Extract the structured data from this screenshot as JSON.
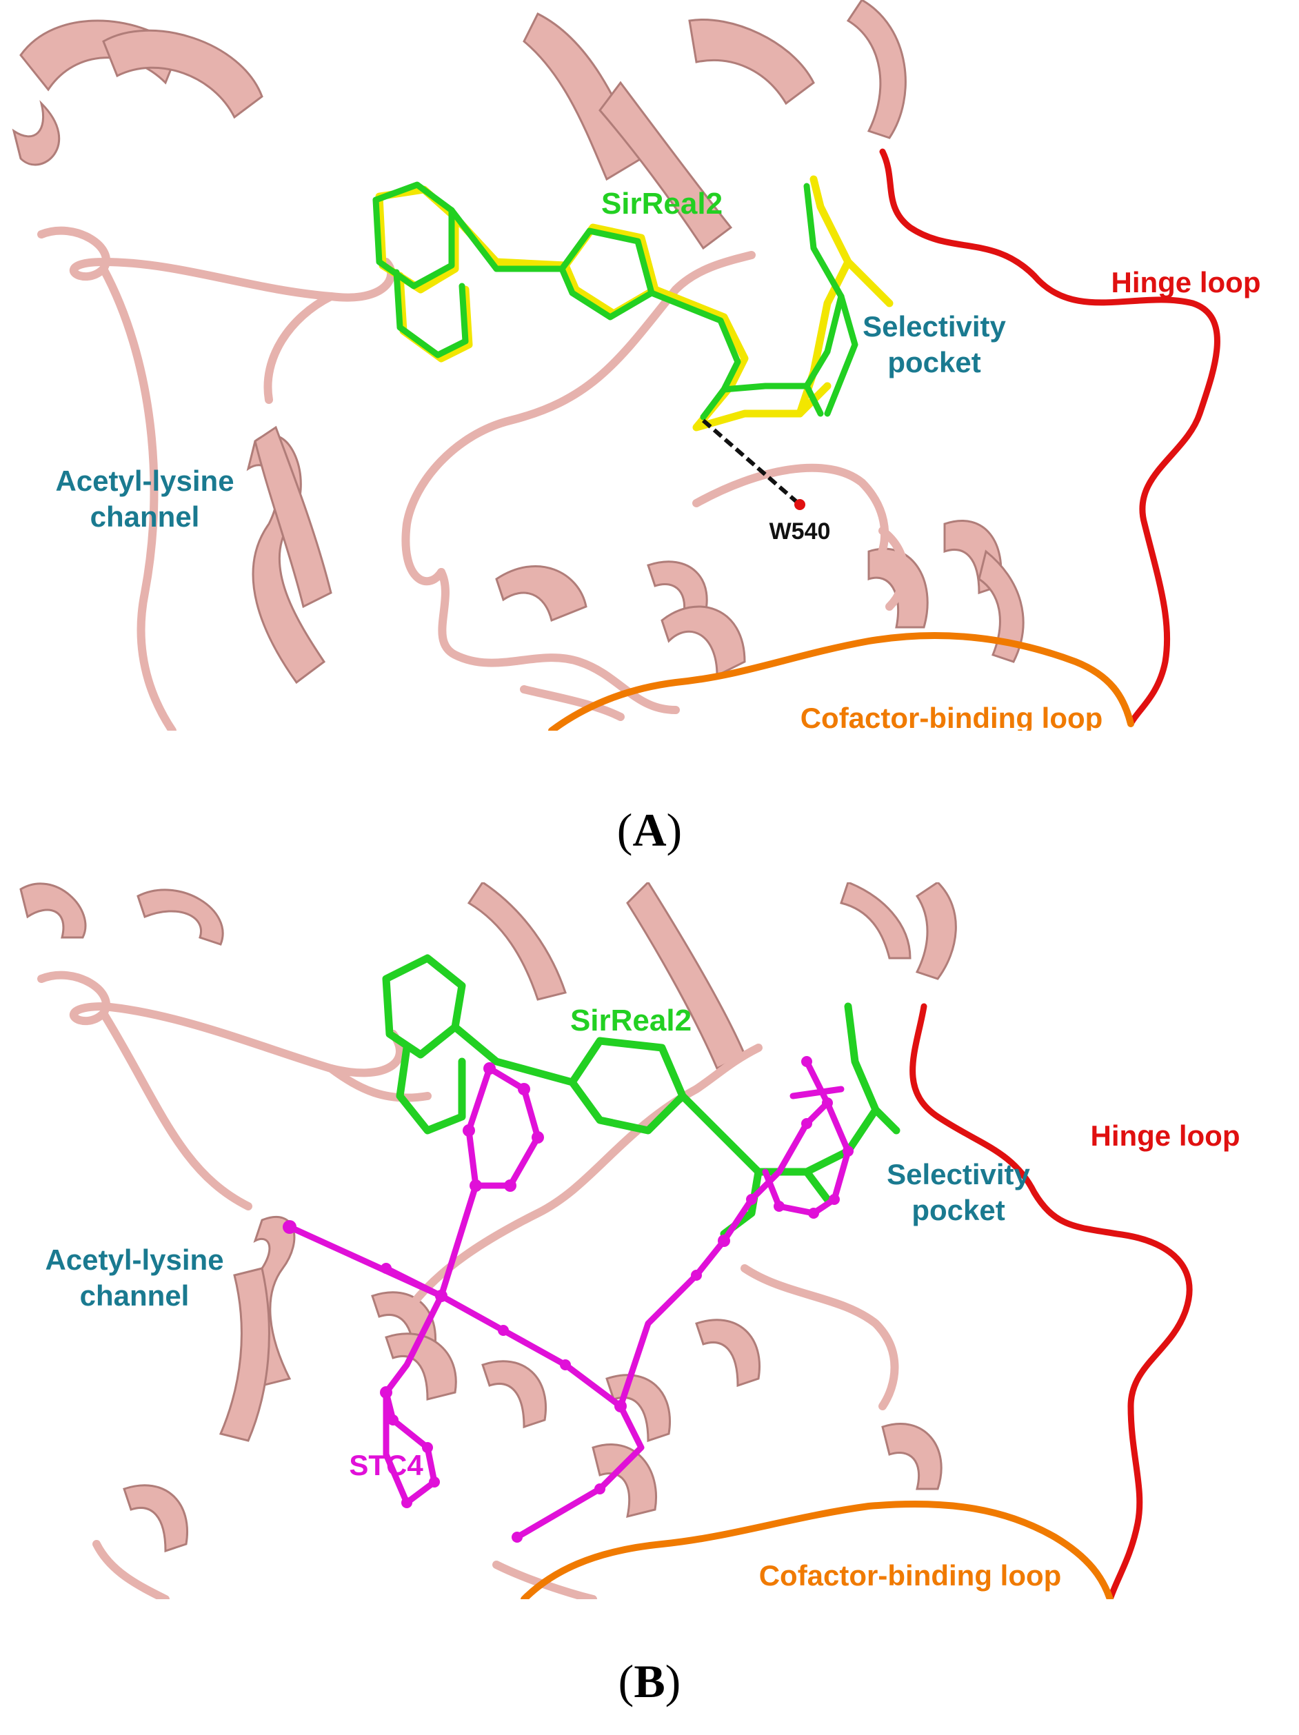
{
  "colors": {
    "protein": "#e6b2ad",
    "protein_dark": "#b07d79",
    "hinge": "#e01010",
    "cofactor": "#f07a00",
    "sirreal2": "#22d022",
    "sirreal2_alt": "#f2e600",
    "stc4": "#e010d8",
    "region_label": "#1a7a90",
    "water": "#e01010",
    "hbond": "#111111"
  },
  "panel_a": {
    "caption_open": "(",
    "caption_letter": "A",
    "caption_close": ")",
    "labels": {
      "ligand": "SirReal2",
      "selectivity_line1": "Selectivity",
      "selectivity_line2": "pocket",
      "hinge": "Hinge loop",
      "acetyl_line1": "Acetyl-lysine",
      "acetyl_line2": "channel",
      "water": "W540",
      "cofactor": "Cofactor-binding loop"
    }
  },
  "panel_b": {
    "caption_open": "(",
    "caption_letter": "B",
    "caption_close": ")",
    "labels": {
      "ligand": "SirReal2",
      "selectivity_line1": "Selectivity",
      "selectivity_line2": "pocket",
      "hinge": "Hinge loop",
      "acetyl_line1": "Acetyl-lysine",
      "acetyl_line2": "channel",
      "stc4": "STC4",
      "cofactor": "Cofactor-binding loop"
    }
  }
}
